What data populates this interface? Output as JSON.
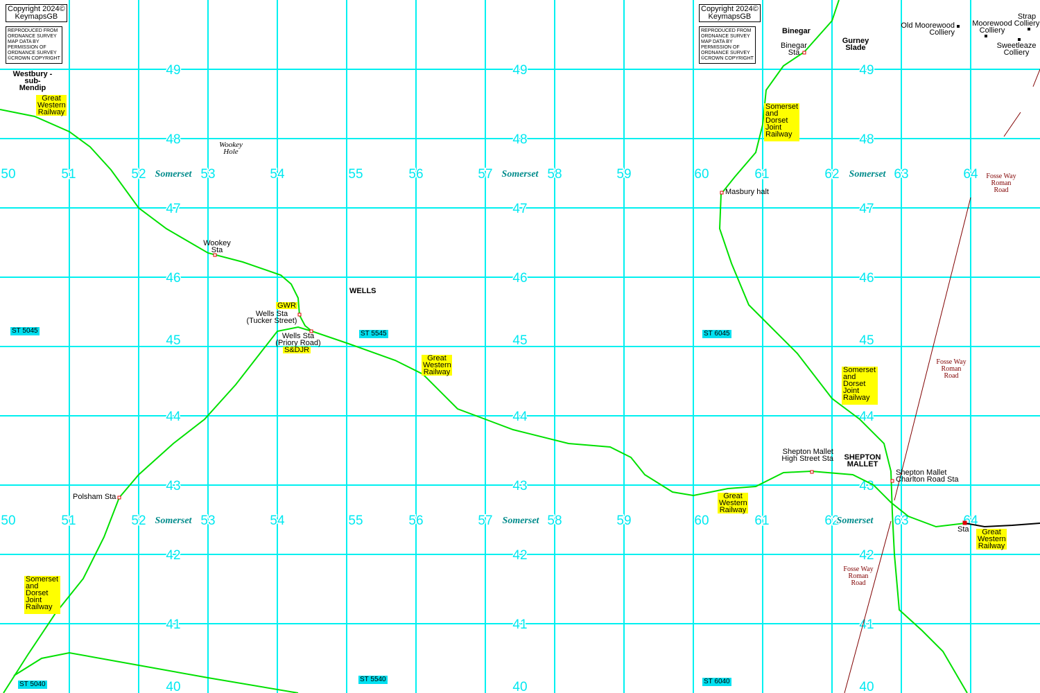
{
  "copyright": {
    "line1": "Copyright 2024©",
    "line2": "KeymapsGB",
    "perm": [
      "REPRODUCED FROM",
      "ORDNANCE SURVEY",
      "MAP DATA BY",
      "PERMISSION OF",
      "ORDNANCE SURVEY",
      "©CROWN COPYRIGHT"
    ]
  },
  "eastings": [
    "50",
    "51",
    "52",
    "53",
    "54",
    "55",
    "56",
    "57",
    "58",
    "59",
    "60",
    "61",
    "62",
    "63",
    "64"
  ],
  "northings": [
    "49",
    "48",
    "47",
    "46",
    "45",
    "44",
    "43",
    "42",
    "41",
    "40"
  ],
  "county": "Somerset",
  "places": {
    "westbury": "Westbury -sub- Mendip",
    "wookey_hole": "Wookey Hole",
    "wells": "WELLS",
    "binegar": "Binegar",
    "gurney": "Gurney Slade",
    "shepton": "SHEPTON MALLET"
  },
  "stations": {
    "wookey": "Wookey Sta",
    "wells_tucker": "Wells Sta (Tucker Street)",
    "wells_priory": "Wells Sta (Priory Road)",
    "polsham": "Polsham Sta",
    "masbury": "Masbury halt",
    "binegar": "Binegar Sta",
    "shepton_high": "Shepton Mallet High Street Sta",
    "shepton_charlton": "Shepton Mallet Charlton Road Sta",
    "cranmore": "Sta"
  },
  "collieries": {
    "old_moorewood": "Old Moorewood Colliery",
    "moorewood": "Moorewood Colliery",
    "strap": "Strap Colliery",
    "sweetleaze": "Sweetleaze Colliery"
  },
  "railways": {
    "gwr": "Great Western Railway",
    "sdjr": "Somerset and Dorset Joint Railway",
    "gwr_short": "GWR",
    "sdjr_short": "S&DJR"
  },
  "roman": "Fosse Way Roman Road",
  "grid_refs": [
    "ST 5045",
    "ST 5545",
    "ST 6045",
    "ST 5040",
    "ST 5540",
    "ST 6040"
  ],
  "colors": {
    "grid": "#00f0f0",
    "railway": "#00e000",
    "roman": "#800000",
    "label_bg": "#ffff00"
  }
}
